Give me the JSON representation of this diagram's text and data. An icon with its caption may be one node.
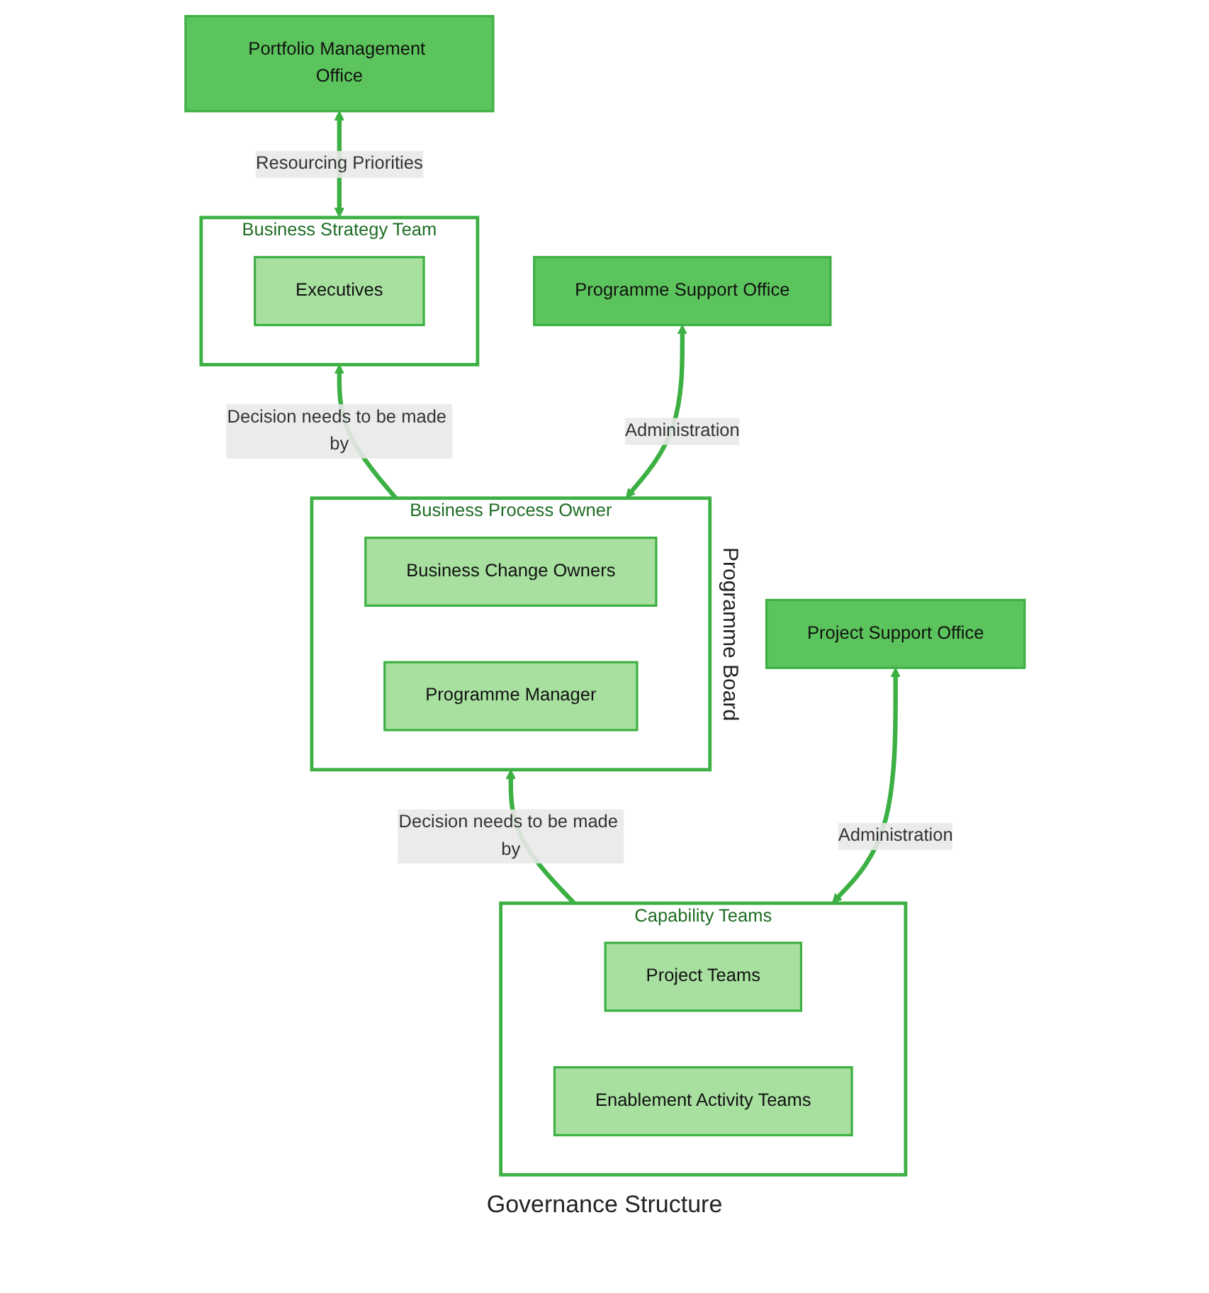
{
  "diagram": {
    "caption": "Governance Structure",
    "nodes": [
      {
        "text": [
          "Business Strategy Team"
        ]
      },
      {
        "text": [
          "Executives"
        ],
        "in": 0
      },
      {
        "text": [
          "Portfolio Management Office"
        ]
      },
      {
        "text": [
          "Business Process Owner"
        ],
        "beside": [
          "Programme Board"
        ]
      },
      {
        "text": [
          "Business Change Owners"
        ],
        "in": 3
      },
      {
        "text": [
          "Programme Manager"
        ],
        "in": 3
      },
      {
        "text": [
          "Programme Support Office"
        ]
      },
      {
        "text": [
          "Capability Teams"
        ]
      },
      {
        "text": [
          "Project Teams"
        ],
        "in": 7
      },
      {
        "text": [
          "Enablement Activity Teams"
        ],
        "in": 7
      },
      {
        "text": [
          "Project Support Office"
        ]
      }
    ],
    "edges": [
      {
        "from": 0,
        "to": 2,
        "arrow": "both",
        "label": "Resourcing Priorities"
      },
      {
        "from": 3,
        "to": 0,
        "arrow": "to",
        "label": "Decision needs to be made by"
      },
      {
        "from": 3,
        "to": 6,
        "arrow": "both",
        "label": "Administration"
      },
      {
        "from": 7,
        "to": 3,
        "arrow": "to",
        "label": "Decision needs to be made by"
      },
      {
        "from": 7,
        "to": 10,
        "arrow": "both",
        "label": "Administration"
      }
    ]
  }
}
